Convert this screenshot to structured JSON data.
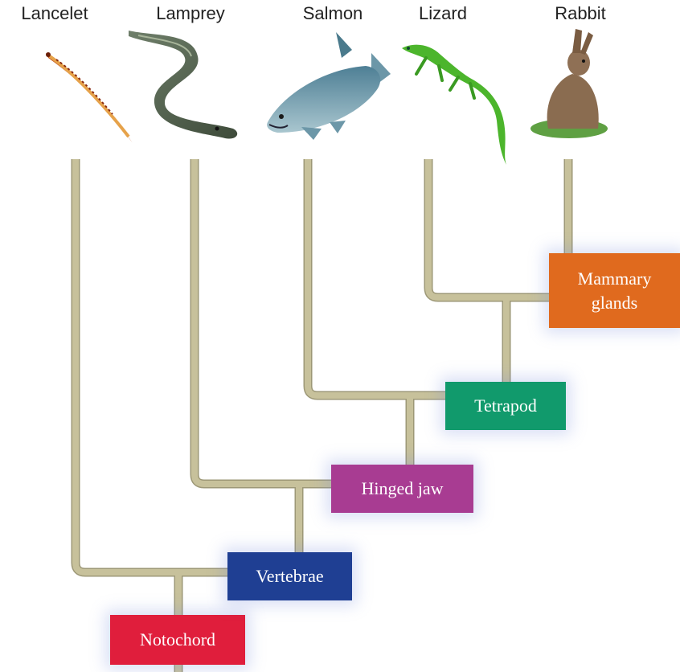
{
  "taxa": [
    {
      "id": "lancelet",
      "label": "Lancelet"
    },
    {
      "id": "lamprey",
      "label": "Lamprey"
    },
    {
      "id": "salmon",
      "label": "Salmon"
    },
    {
      "id": "lizard",
      "label": "Lizard"
    },
    {
      "id": "rabbit",
      "label": "Rabbit"
    }
  ],
  "traits": [
    {
      "id": "notochord",
      "label": "Notochord",
      "color": "#e01e3c"
    },
    {
      "id": "vertebrae",
      "label": "Vertebrae",
      "color": "#1f3f93"
    },
    {
      "id": "hinged-jaw",
      "label": "Hinged jaw",
      "color": "#a83c92"
    },
    {
      "id": "tetrapod",
      "label": "Tetrapod",
      "color": "#119a6c"
    },
    {
      "id": "mammary-glands",
      "label": "Mammary glands",
      "line1": "Mammary",
      "line2": "glands",
      "color": "#e06a1e"
    }
  ],
  "branch_color": "#c7c19b",
  "branch_outline": "#9d9877"
}
